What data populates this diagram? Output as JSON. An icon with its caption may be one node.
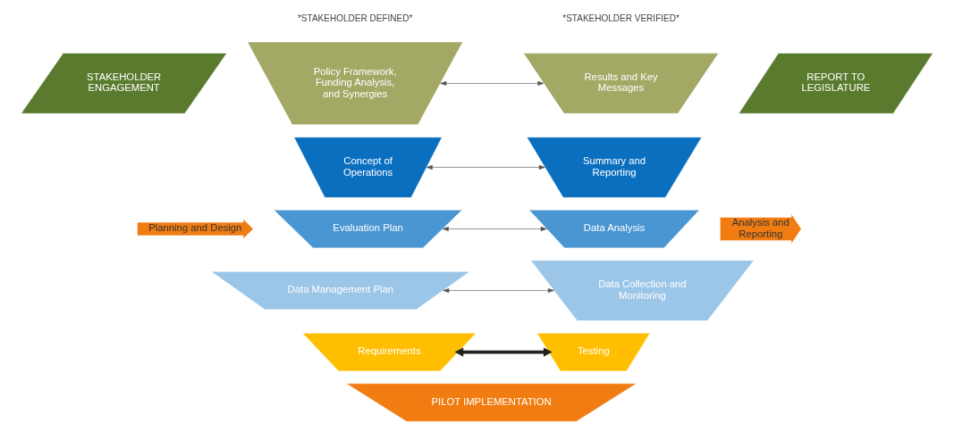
{
  "diagram": {
    "nodes": [
      {
        "text": [
          "STAKEHOLDER ENGAGEMENT"
        ]
      },
      {
        "text": [
          "Policy Framework, Funding Analysis, and Synergies"
        ]
      },
      {
        "text": [
          "Concept of Operations"
        ]
      },
      {
        "text": [
          "Evaluation Plan"
        ]
      },
      {
        "text": [
          "Data Management Plan"
        ]
      },
      {
        "text": [
          "Requirements"
        ]
      },
      {
        "text": [
          "PILOT IMPLEMENTATION"
        ]
      },
      {
        "text": [
          "Testing"
        ]
      },
      {
        "text": [
          "Data Collection and Monitoring"
        ]
      },
      {
        "text": [
          "Data Analysis"
        ]
      },
      {
        "text": [
          "Summary and Reporting"
        ]
      },
      {
        "text": [
          "Results and Key Messages"
        ]
      },
      {
        "text": [
          "REPORT TO LEGISLATURE"
        ]
      },
      {
        "text": [
          "Planning and Design"
        ]
      },
      {
        "text": [
          "Analysis and Reporting"
        ]
      }
    ],
    "edges": [
      {
        "from": 1,
        "to": 11,
        "arrow": "both"
      },
      {
        "from": 2,
        "to": 10,
        "arrow": "both"
      },
      {
        "from": 3,
        "to": 9,
        "arrow": "both"
      },
      {
        "from": 4,
        "to": 8,
        "arrow": "both"
      },
      {
        "from": 5,
        "to": 7,
        "arrow": "both",
        "style": "thick"
      }
    ],
    "labels": [
      "*STAKEHOLDER DEFINED*",
      "*STAKEHOLDER VERIFIED*"
    ]
  }
}
